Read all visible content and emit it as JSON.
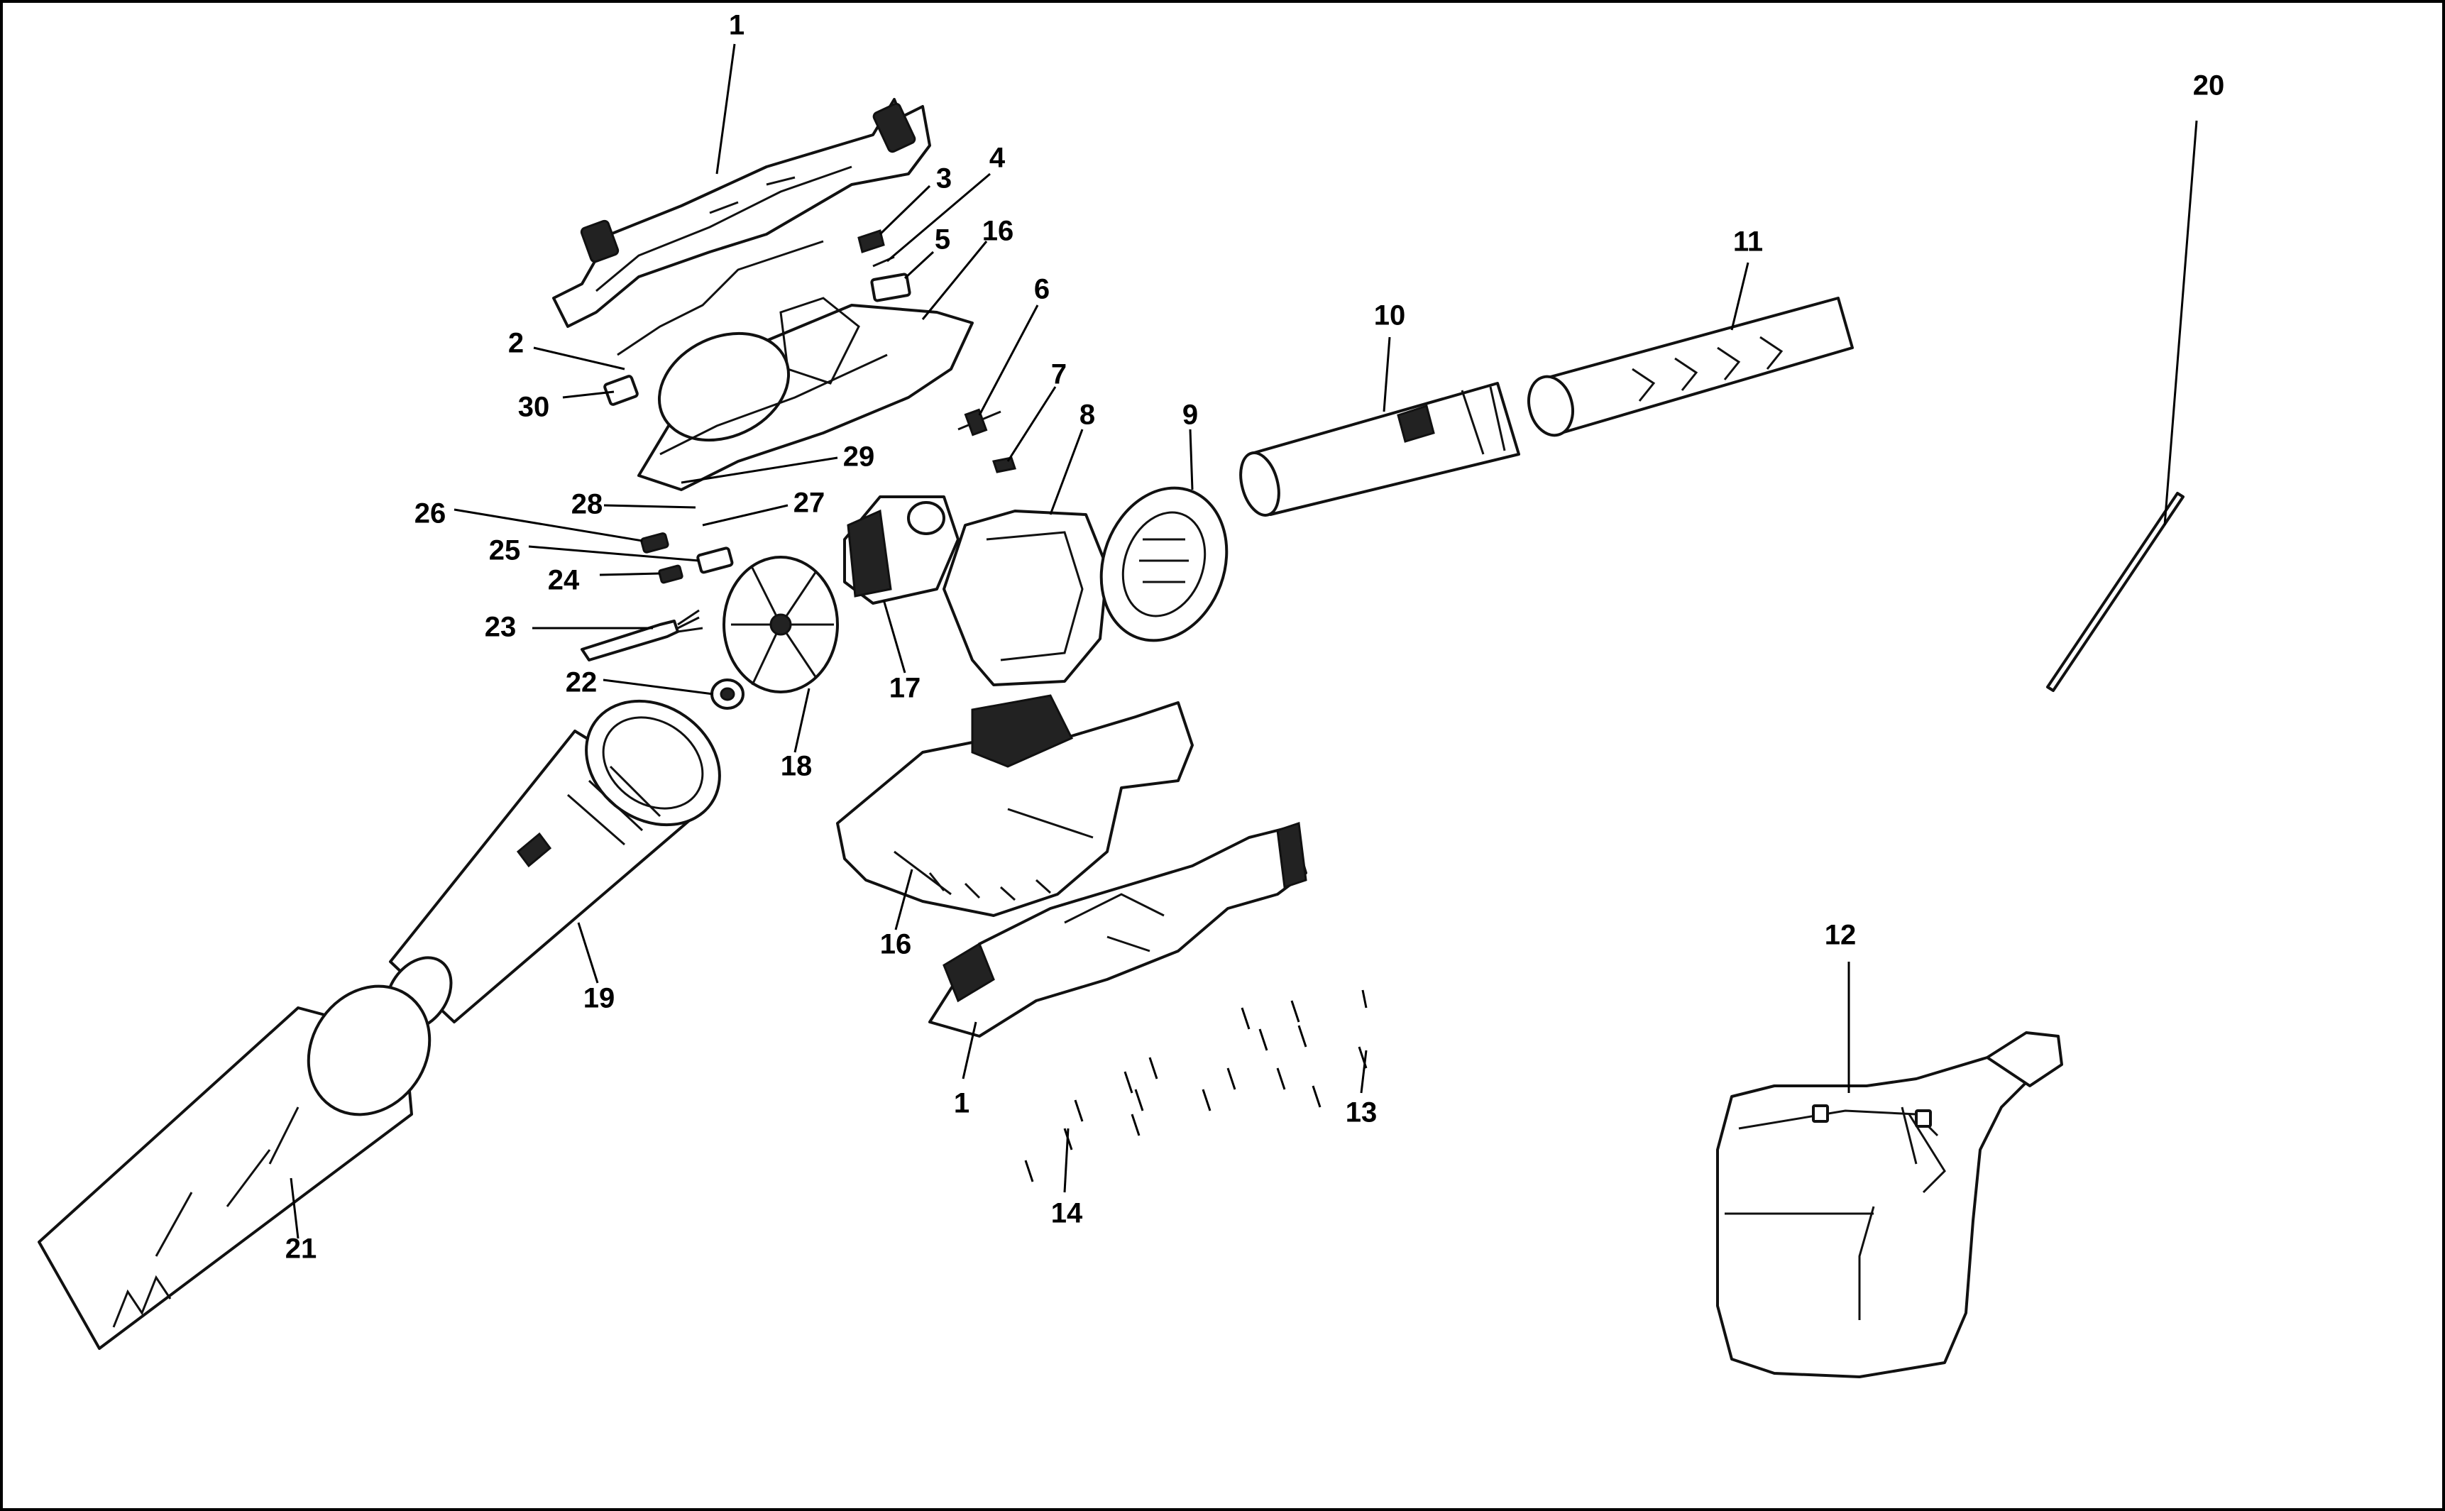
{
  "diagram": {
    "frame_color": "#000000",
    "callouts": {
      "c1_top": "1",
      "c1_bottom": "1",
      "c2": "2",
      "c3": "3",
      "c4": "4",
      "c5": "5",
      "c6": "6",
      "c7": "7",
      "c8": "8",
      "c9": "9",
      "c10": "10",
      "c11": "11",
      "c12": "12",
      "c13": "13",
      "c14": "14",
      "c16_top": "16",
      "c16_bottom": "16",
      "c17": "17",
      "c18": "18",
      "c19": "19",
      "c20": "20",
      "c21": "21",
      "c22": "22",
      "c23": "23",
      "c24": "24",
      "c25": "25",
      "c26": "26",
      "c27": "27",
      "c28": "28",
      "c29": "29",
      "c30": "30"
    }
  }
}
